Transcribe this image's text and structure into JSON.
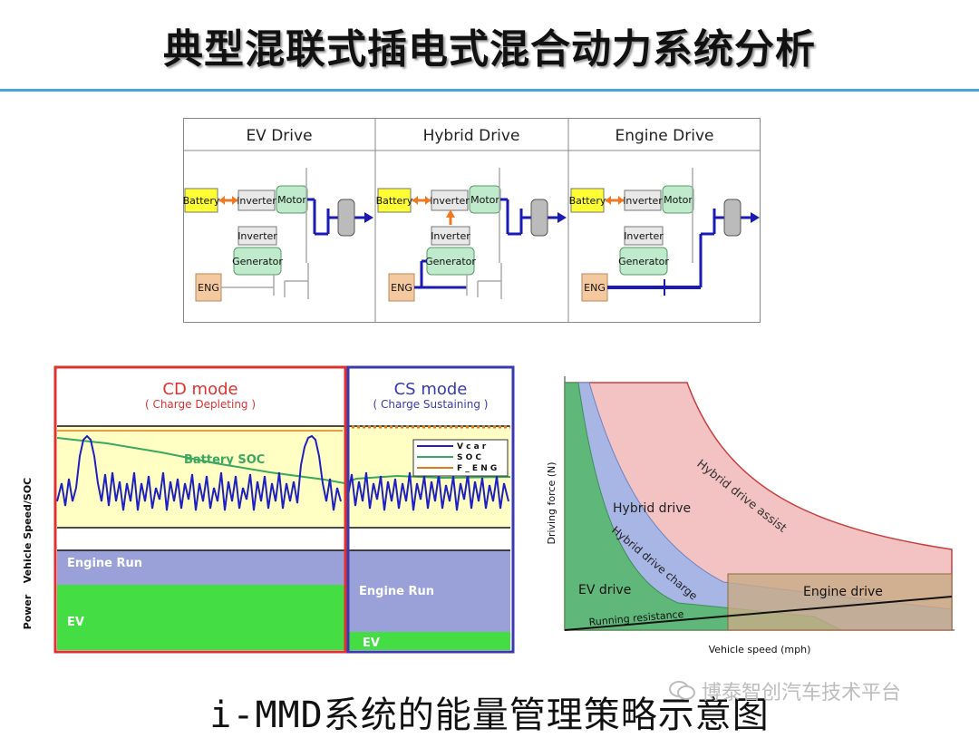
{
  "title": "典型混联式插电式混合动力系统分析",
  "caption": "i-MMD系统的能量管理策略示意图",
  "watermark": "博泰智创汽车技术平台",
  "colors": {
    "rule": "#4aa3d8",
    "battery": "#ffff33",
    "motor": "#bfeacb",
    "eng": "#f4c9a0",
    "flow_blue": "#1a1ab4",
    "flow_orange": "#f07820",
    "cd_frame": "#e03030",
    "cs_frame": "#3a3ab0",
    "ev_green": "#44dd44",
    "engine_run": "#9aa0d8",
    "hybrid_assist": "#f3c2c2",
    "hybrid_drive": "#a8b6e6",
    "ev_drive": "#5fb87a",
    "engine_drive": "#c8ab86"
  },
  "modes": {
    "headers": [
      "EV Drive",
      "Hybrid Drive",
      "Engine Drive"
    ],
    "battery": "Battery",
    "inverter": "Inverter",
    "motor": "Motor",
    "generator": "Generator",
    "eng": "ENG"
  },
  "timeline": {
    "cd_title": "CD mode",
    "cd_sub": "( Charge Depleting )",
    "cs_title": "CS mode",
    "cs_sub": "( Charge Sustaining )",
    "y_upper": "Vehicle Speed/SOC",
    "y_lower": "Power",
    "soc_label": "Battery SOC",
    "legend": [
      "V c a r",
      "S O C",
      "F _ E N G"
    ],
    "engine_run": "Engine Run",
    "ev": "EV"
  },
  "force_chart": {
    "xlabel": "Vehicle speed (mph)",
    "ylabel": "Driving force (N)",
    "regions": [
      "Hybrid drive assist",
      "Hybrid drive",
      "Hybrid drive charge",
      "EV drive",
      "Engine drive",
      "Running resistance"
    ]
  }
}
